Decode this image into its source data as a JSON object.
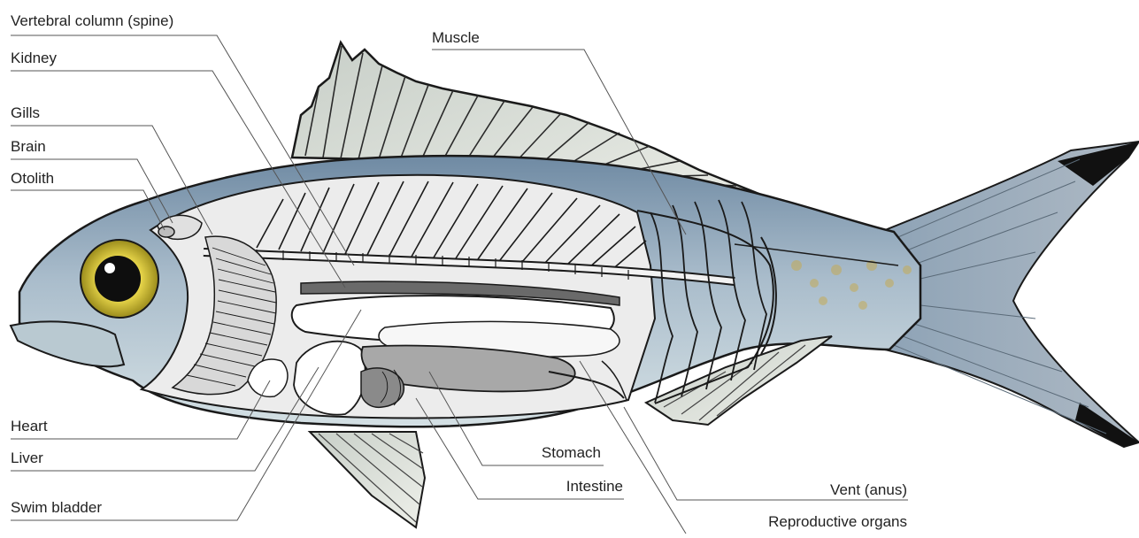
{
  "labels": {
    "vertebral_column": "Vertebral column (spine)",
    "kidney": "Kidney",
    "gills": "Gills",
    "brain": "Brain",
    "otolith": "Otolith",
    "heart": "Heart",
    "liver": "Liver",
    "swim_bladder": "Swim bladder",
    "muscle": "Muscle",
    "stomach": "Stomach",
    "intestine": "Intestine",
    "vent": "Vent (anus)",
    "reproductive_organs": "Reproductive organs"
  },
  "colors": {
    "outline": "#1a1a1a",
    "body_back": "#8ea3b6",
    "body_belly": "#c9d8de",
    "cavity": "#e4e4e4",
    "organ_dark": "#9b9b9b",
    "organ_mid": "#bdbdbd",
    "eye_ring": "#d6c43a",
    "fin_tip": "#111111",
    "leader": "#555555"
  }
}
